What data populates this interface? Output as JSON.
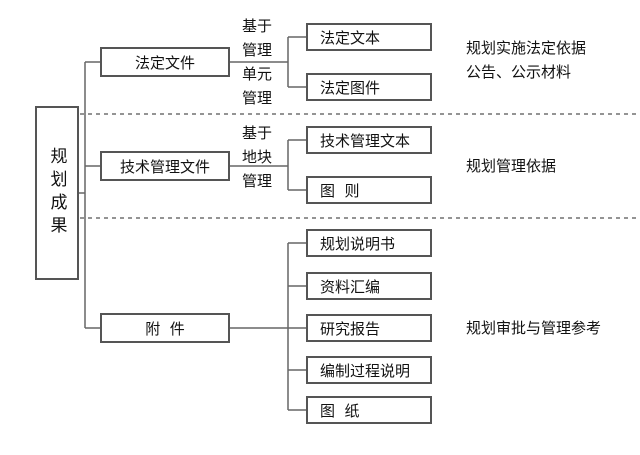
{
  "root": {
    "label": "规划成果"
  },
  "branches": [
    {
      "label": "法定文件",
      "basis_lines": [
        "基于",
        "管理",
        "单元",
        "管理"
      ],
      "items": [
        "法定文本",
        "法定图件"
      ],
      "note_lines": [
        "规划实施法定依据",
        "公告、公示材料"
      ]
    },
    {
      "label": "技术管理文件",
      "basis_lines": [
        "基于",
        "地块",
        "管理"
      ],
      "items": [
        "技术管理文本",
        "图  则"
      ],
      "note_lines": [
        "规划管理依据"
      ]
    },
    {
      "label": "附  件",
      "items": [
        "规划说明书",
        "资料汇编",
        "研究报告",
        "编制过程说明",
        "图  纸"
      ],
      "note_lines": [
        "规划审批与管理参考"
      ]
    }
  ]
}
